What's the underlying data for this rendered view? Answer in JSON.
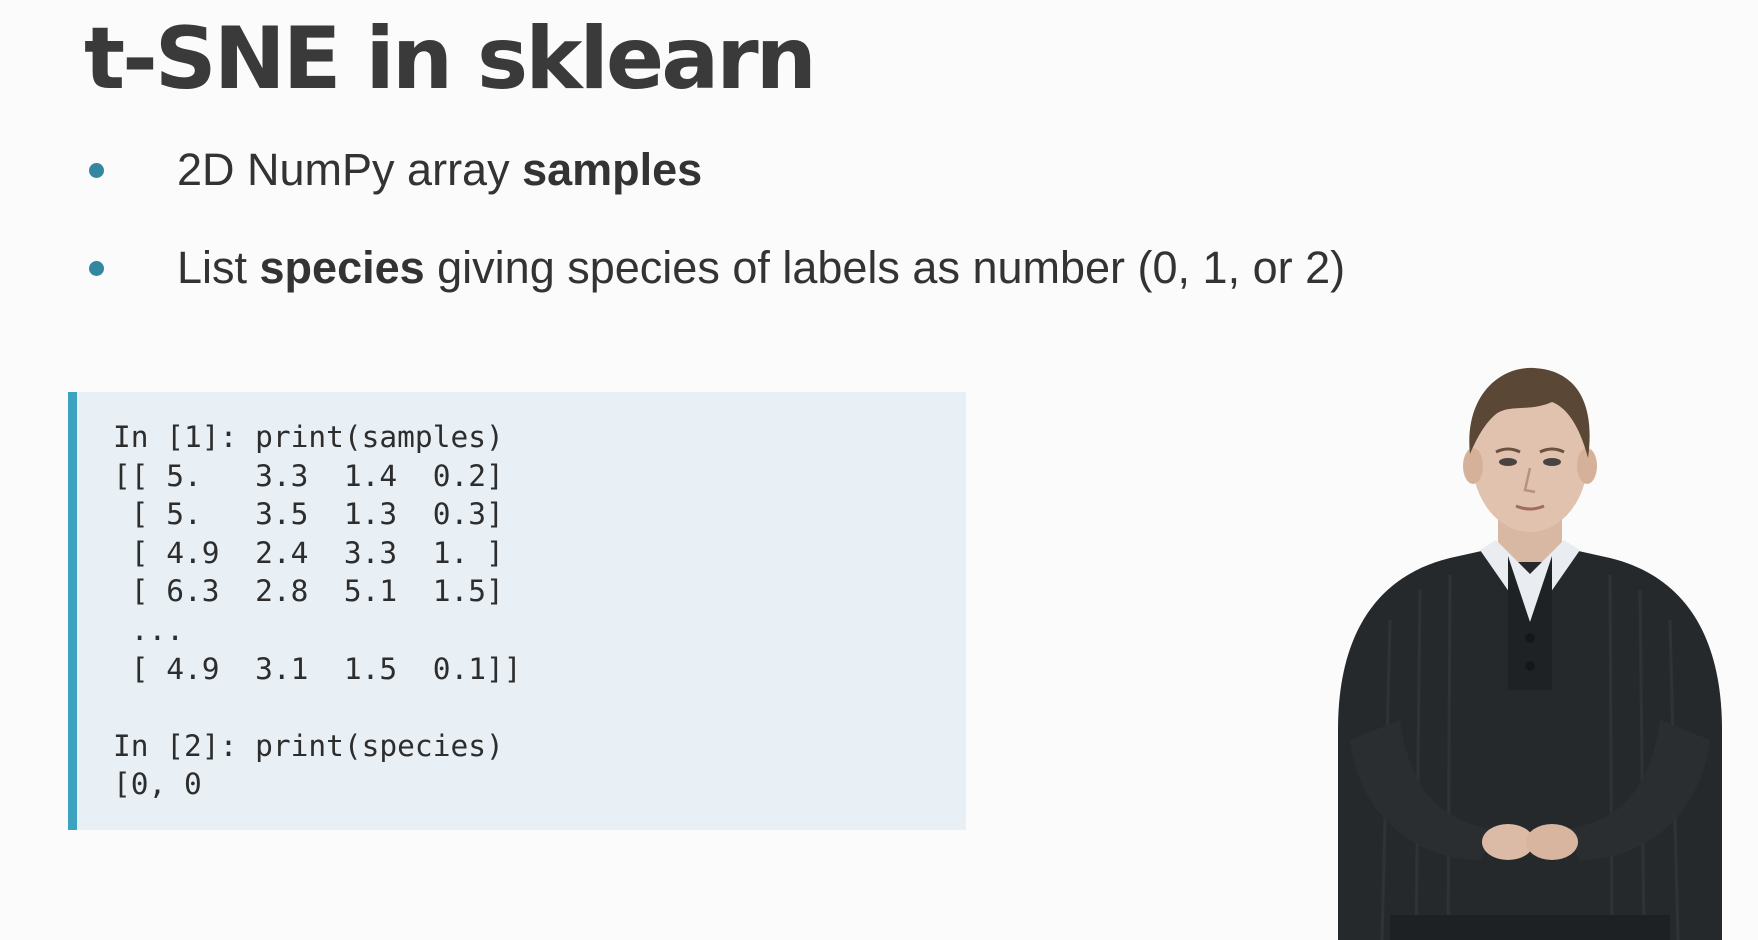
{
  "slide": {
    "title": "t-SNE in sklearn",
    "bullets": [
      {
        "pre": "2D NumPy array ",
        "bold": "samples",
        "post": ""
      },
      {
        "pre": "List ",
        "bold": "species",
        "post": " giving species of labels as number (0, 1, or 2)"
      }
    ],
    "code_lines": [
      "In [1]: print(samples)",
      "[[ 5.   3.3  1.4  0.2]",
      " [ 5.   3.5  1.3  0.3]",
      " [ 4.9  2.4  3.3  1. ]",
      " [ 6.3  2.8  5.1  1.5]",
      " ...",
      " [ 4.9  3.1  1.5  0.1]]",
      "",
      "In [2]: print(species)",
      "[0, 0"
    ]
  },
  "colors": {
    "title": "#3a3a3a",
    "text": "#333333",
    "bullet_dot": "#33879f",
    "code_background": "#e9f0f5",
    "code_border": "#3ba3c0"
  },
  "presenter": {
    "icon": "presenter-video-figure"
  }
}
